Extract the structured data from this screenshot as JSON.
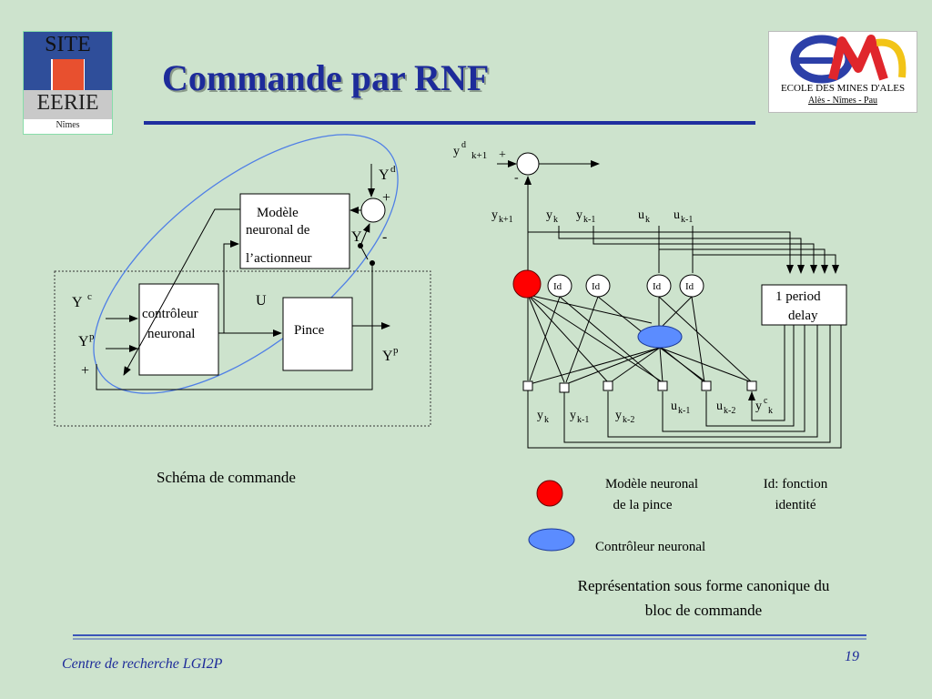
{
  "slide": {
    "title": "Commande par RNF",
    "page_number": "19",
    "footer": "Centre de recherche  LGI2P"
  },
  "logos": {
    "site_eerie": {
      "line1": "SITE",
      "line2": "EERIE",
      "line3": "Nîmes"
    },
    "ema": {
      "line1": "ECOLE DES MINES D'ALES",
      "line2": "Alès - Nîmes - Pau"
    }
  },
  "left_diagram": {
    "caption": "Schéma de commande",
    "model_block": [
      "Modèle",
      "neuronal de",
      "l’actionneur"
    ],
    "controller_block": [
      "contrôleur",
      "neuronal"
    ],
    "plant_block": "Pince",
    "labels": {
      "Yd": "Y",
      "Yd_sup": "d",
      "plus_top": "+",
      "minus": "-",
      "Y_out": "Y",
      "Yc": "Y",
      "Yc_sup": "c",
      "Yp_in": "Y",
      "Yp_in_sup": "p",
      "plus_bottom": "+",
      "U": "U",
      "Yp_out": "Y",
      "Yp_out_sup": "p"
    }
  },
  "right_diagram": {
    "top_inputs": {
      "yd": "y",
      "yd_sup": "d",
      "yd_sub": "k+1",
      "plus": "+",
      "minus": "-"
    },
    "signal_labels": [
      {
        "base": "y",
        "sub": "k+1"
      },
      {
        "base": "y",
        "sub": "k"
      },
      {
        "base": "y",
        "sub": "k-1"
      },
      {
        "base": "u",
        "sub": "k"
      },
      {
        "base": "u",
        "sub": "k-1"
      }
    ],
    "id_nodes": [
      "Id",
      "Id",
      "Id",
      "Id"
    ],
    "delay_block": [
      "1 period",
      "delay"
    ],
    "bottom_labels": [
      {
        "base": "y",
        "sub": "k"
      },
      {
        "base": "y",
        "sub": "k-1"
      },
      {
        "base": "y",
        "sub": "k-2"
      },
      {
        "base": "u",
        "sub": "k-1"
      },
      {
        "base": "u",
        "sub": "k-2"
      },
      {
        "base": "y",
        "sup": "c",
        "sub": "k"
      }
    ],
    "colors": {
      "model_node": "#ff0000",
      "controller_node": "#5b8cff"
    }
  },
  "legend": {
    "model": [
      "Modèle neuronal",
      "de la pince"
    ],
    "id": [
      "Id: fonction",
      "identité"
    ],
    "controller": "Contrôleur neuronal"
  },
  "bottom_caption": [
    "Représentation sous forme canonique du",
    "bloc de commande"
  ]
}
